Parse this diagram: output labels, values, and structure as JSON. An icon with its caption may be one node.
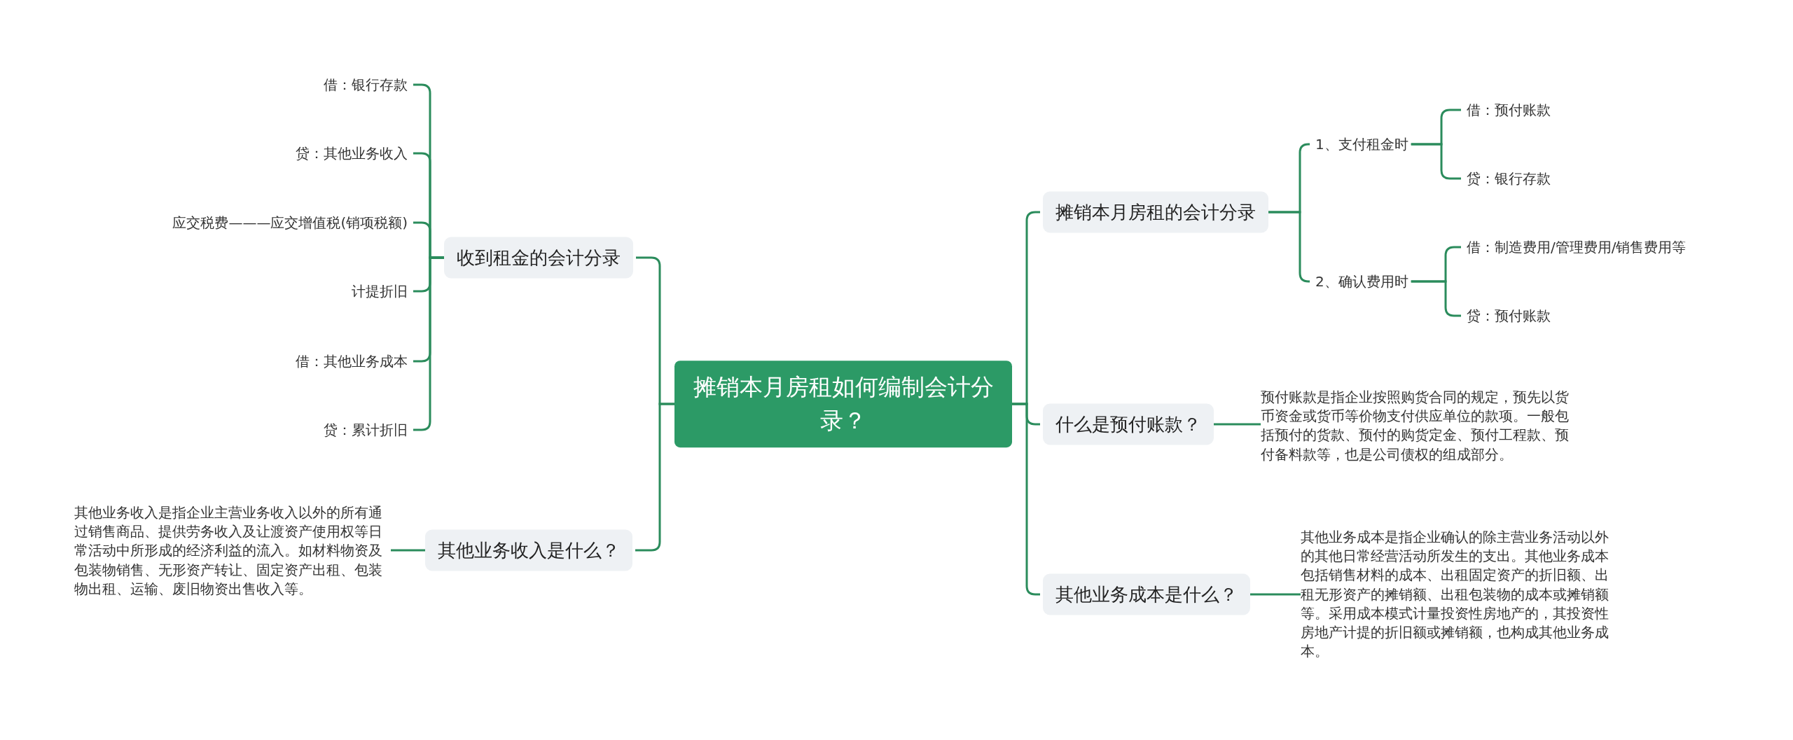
{
  "diagram": {
    "nodes": [
      {
        "text": [
          "摊销本月房租如何编制会计分录？"
        ]
      },
      {
        "text": [
          "收到租金的会计分录"
        ]
      },
      {
        "text": [
          "借：银行存款"
        ]
      },
      {
        "text": [
          "贷：其他业务收入"
        ]
      },
      {
        "text": [
          "应交税费———应交增值税(销项税额)"
        ]
      },
      {
        "text": [
          "计提折旧"
        ]
      },
      {
        "text": [
          "借：其他业务成本"
        ]
      },
      {
        "text": [
          "贷：累计折旧"
        ]
      },
      {
        "text": [
          "其他业务收入是什么？"
        ]
      },
      {
        "text": [
          "其他业务收入是指企业主营业务收入以外的所有通过销售商品、提供劳务收入及让渡资产使用权等日常活动中所形成的经济利益的流入。如材料物资及包装物销售、无形资产转让、固定资产出租、包装物出租、运输、废旧物资出售收入等。"
        ]
      },
      {
        "text": [
          "摊销本月房租的会计分录"
        ]
      },
      {
        "text": [
          "1、支付租金时"
        ]
      },
      {
        "text": [
          "借：预付账款"
        ]
      },
      {
        "text": [
          "贷：银行存款"
        ]
      },
      {
        "text": [
          "2、确认费用时"
        ]
      },
      {
        "text": [
          "借：制造费用/管理费用/销售费用等"
        ]
      },
      {
        "text": [
          "贷：预付账款"
        ]
      },
      {
        "text": [
          "什么是预付账款？"
        ]
      },
      {
        "text": [
          "预付账款是指企业按照购货合同的规定，预先以货币资金或货币等价物支付供应单位的款项。一般包括预付的货款、预付的购货定金、预付工程款、预付备料款等，也是公司债权的组成部分。"
        ]
      },
      {
        "text": [
          "其他业务成本是什么？"
        ]
      },
      {
        "text": [
          "其他业务成本是指企业确认的除主营业务活动以外的其他日常经营活动所发生的支出。其他业务成本包括销售材料的成本、出租固定资产的折旧额、出租无形资产的摊销额、出租包装物的成本或摊销额等。采用成本模式计量投资性房地产的，其投资性房地产计提的折旧额或摊销额，也构成其他业务成本。"
        ]
      }
    ],
    "edges": [
      {
        "from": 0,
        "to": 1,
        "arrow": "none"
      },
      {
        "from": 1,
        "to": 2,
        "arrow": "none"
      },
      {
        "from": 1,
        "to": 3,
        "arrow": "none"
      },
      {
        "from": 1,
        "to": 4,
        "arrow": "none"
      },
      {
        "from": 1,
        "to": 5,
        "arrow": "none"
      },
      {
        "from": 1,
        "to": 6,
        "arrow": "none"
      },
      {
        "from": 1,
        "to": 7,
        "arrow": "none"
      },
      {
        "from": 0,
        "to": 8,
        "arrow": "none"
      },
      {
        "from": 8,
        "to": 9,
        "arrow": "none"
      },
      {
        "from": 0,
        "to": 10,
        "arrow": "none"
      },
      {
        "from": 10,
        "to": 11,
        "arrow": "none"
      },
      {
        "from": 11,
        "to": 12,
        "arrow": "none"
      },
      {
        "from": 11,
        "to": 13,
        "arrow": "none"
      },
      {
        "from": 10,
        "to": 14,
        "arrow": "none"
      },
      {
        "from": 14,
        "to": 15,
        "arrow": "none"
      },
      {
        "from": 14,
        "to": 16,
        "arrow": "none"
      },
      {
        "from": 0,
        "to": 17,
        "arrow": "none"
      },
      {
        "from": 17,
        "to": 18,
        "arrow": "none"
      },
      {
        "from": 0,
        "to": 19,
        "arrow": "none"
      },
      {
        "from": 19,
        "to": 20,
        "arrow": "none"
      }
    ]
  }
}
